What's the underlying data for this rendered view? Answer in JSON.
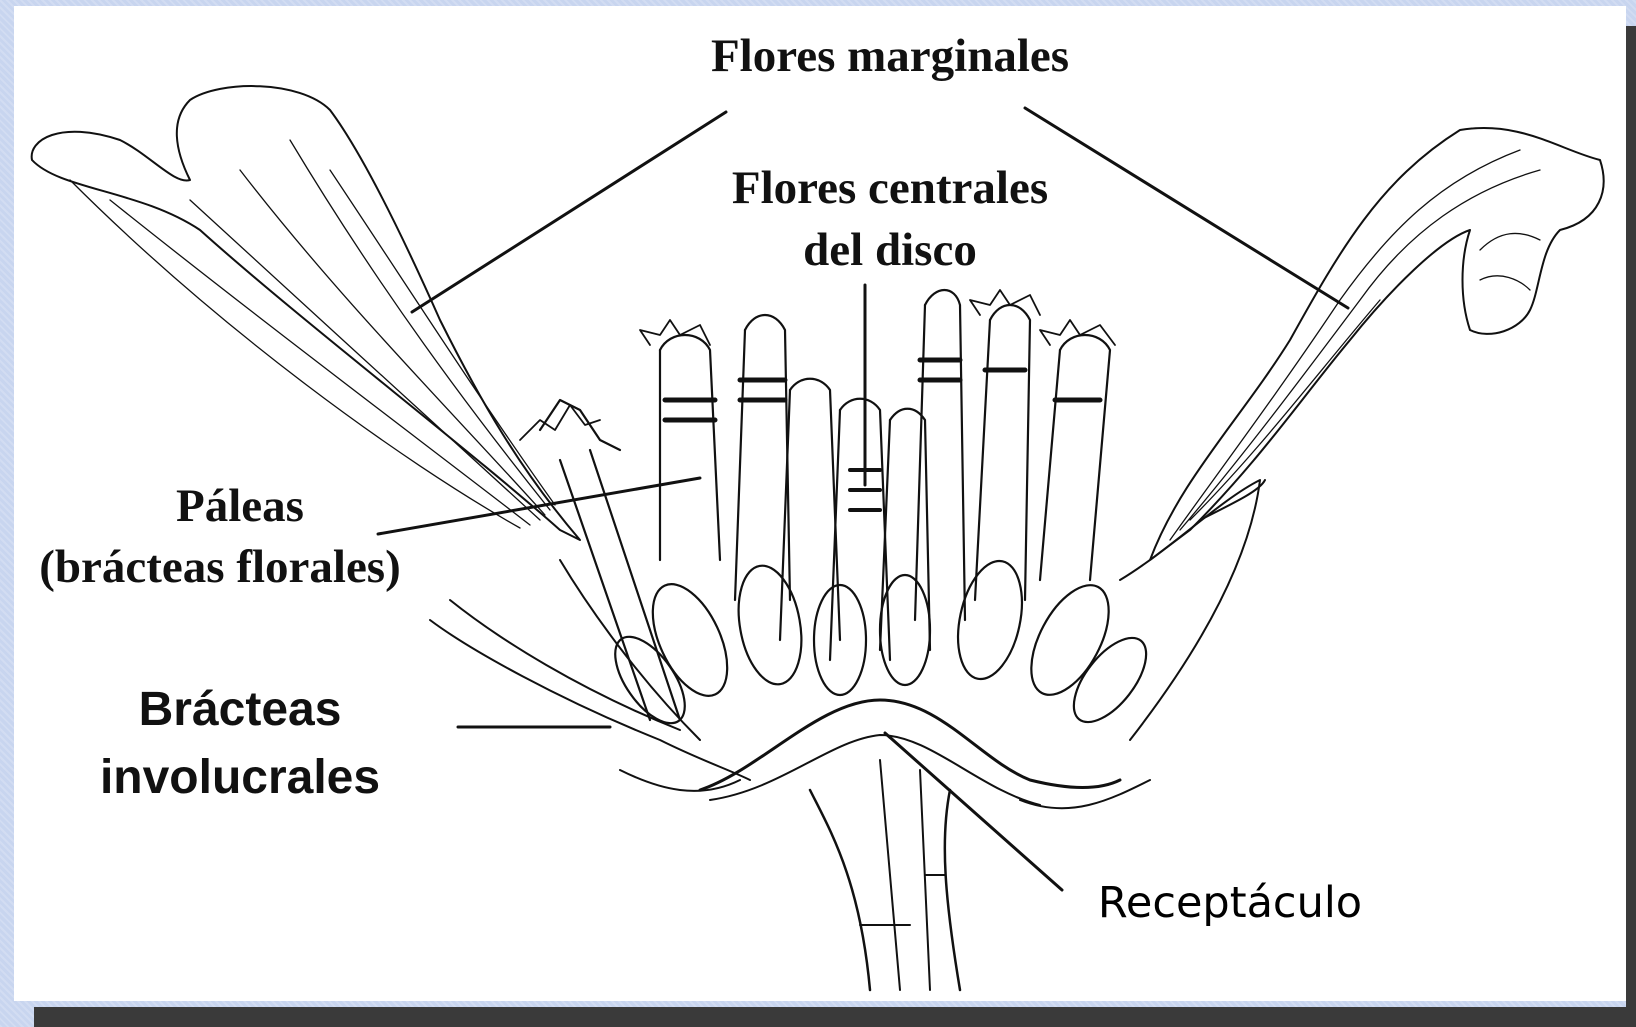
{
  "labels": {
    "flores_marginales": "Flores marginales",
    "flores_centrales_line1": "Flores centrales",
    "flores_centrales_line2": "del disco",
    "paleas_line1": "Páleas",
    "paleas_line2": "(brácteas florales)",
    "bracteas_line1": "Brácteas",
    "bracteas_line2": "involucrales",
    "receptaculo": "Receptáculo"
  },
  "colors": {
    "background": "#c8d5ef",
    "panel": "#ffffff",
    "ink": "#111111",
    "shadow": "#3a3a3a"
  }
}
